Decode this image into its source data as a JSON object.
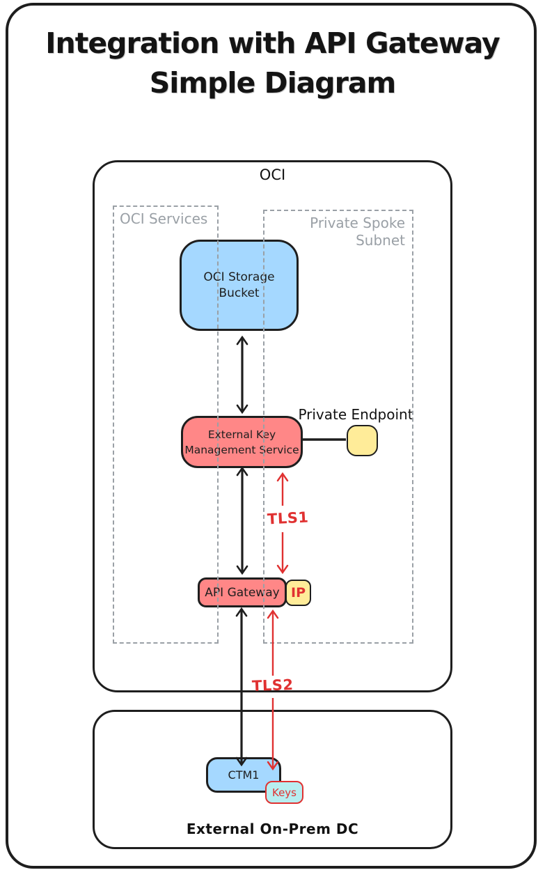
{
  "colors": {
    "ink": "#1e1e1e",
    "blue": "#a5d8ff",
    "red_fill": "#ff8787",
    "yellow": "#ffec99",
    "cyan": "#b7eef0",
    "red_stroke": "#e03131",
    "gray": "#9aa0a6",
    "bg": "#ffffff"
  },
  "title": {
    "line1": "Integration with API Gateway",
    "line2": "Simple Diagram"
  },
  "oci": {
    "label": "OCI"
  },
  "oci_services": {
    "label": "OCI Services"
  },
  "private_spoke": {
    "line1": "Private Spoke",
    "line2": "Subnet"
  },
  "onprem": {
    "label": "External On-Prem DC"
  },
  "nodes": {
    "storage_bucket": {
      "line1": "OCI Storage",
      "line2": "Bucket"
    },
    "ekms": {
      "line1": "External Key",
      "line2": "Management Service"
    },
    "private_endpoint_label": "Private Endpoint",
    "api_gateway": "API Gateway",
    "ip": "IP",
    "ctm1": "CTM1",
    "keys": "Keys"
  },
  "edges": {
    "tls1": "TLS1",
    "tls2": "TLS2"
  }
}
